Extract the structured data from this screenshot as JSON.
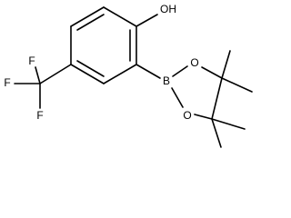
{
  "molecule": {
    "atoms": {
      "hydroxyl": "OH",
      "boron": "B",
      "ring_oxygen_top": "O",
      "ring_oxygen_bottom": "O",
      "fluorine_top": "F",
      "fluorine_left": "F",
      "fluorine_bottom": "F"
    },
    "colors": {
      "bond": "#000000",
      "label": "#000000",
      "background": "#ffffff"
    }
  }
}
